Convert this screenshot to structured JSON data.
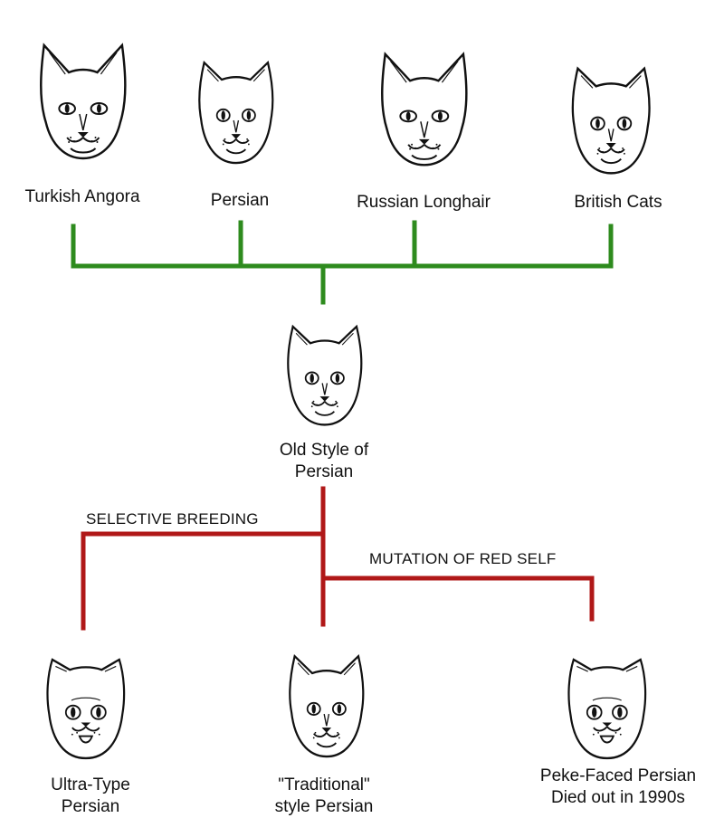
{
  "colors": {
    "ancestry_line": "#2e8b1e",
    "breeding_line": "#b01818",
    "ink": "#111111",
    "background": "#ffffff"
  },
  "ancestors": [
    {
      "id": "turkish-angora",
      "label": "Turkish Angora",
      "icon": "cat-head-icon"
    },
    {
      "id": "persian",
      "label": "Persian",
      "icon": "cat-head-icon"
    },
    {
      "id": "russian-longhair",
      "label": "Russian Longhair",
      "icon": "cat-head-icon"
    },
    {
      "id": "british-cats",
      "label": "British Cats",
      "icon": "cat-head-icon"
    }
  ],
  "center": {
    "id": "old-style-persian",
    "label_lines": [
      "Old Style of",
      "Persian"
    ],
    "icon": "cat-head-icon"
  },
  "edges": {
    "selective_breeding": "SELECTIVE BREEDING",
    "mutation": "MUTATION OF RED SELF"
  },
  "descendants": [
    {
      "id": "ultra-type-persian",
      "label_lines": [
        "Ultra-Type",
        "Persian"
      ],
      "icon": "cat-head-icon"
    },
    {
      "id": "traditional-persian",
      "label_lines": [
        "\"Traditional\"",
        "style Persian"
      ],
      "icon": "cat-head-icon"
    },
    {
      "id": "peke-faced-persian",
      "label_lines": [
        "Peke-Faced Persian",
        "Died out in 1990s"
      ],
      "icon": "cat-head-icon"
    }
  ]
}
